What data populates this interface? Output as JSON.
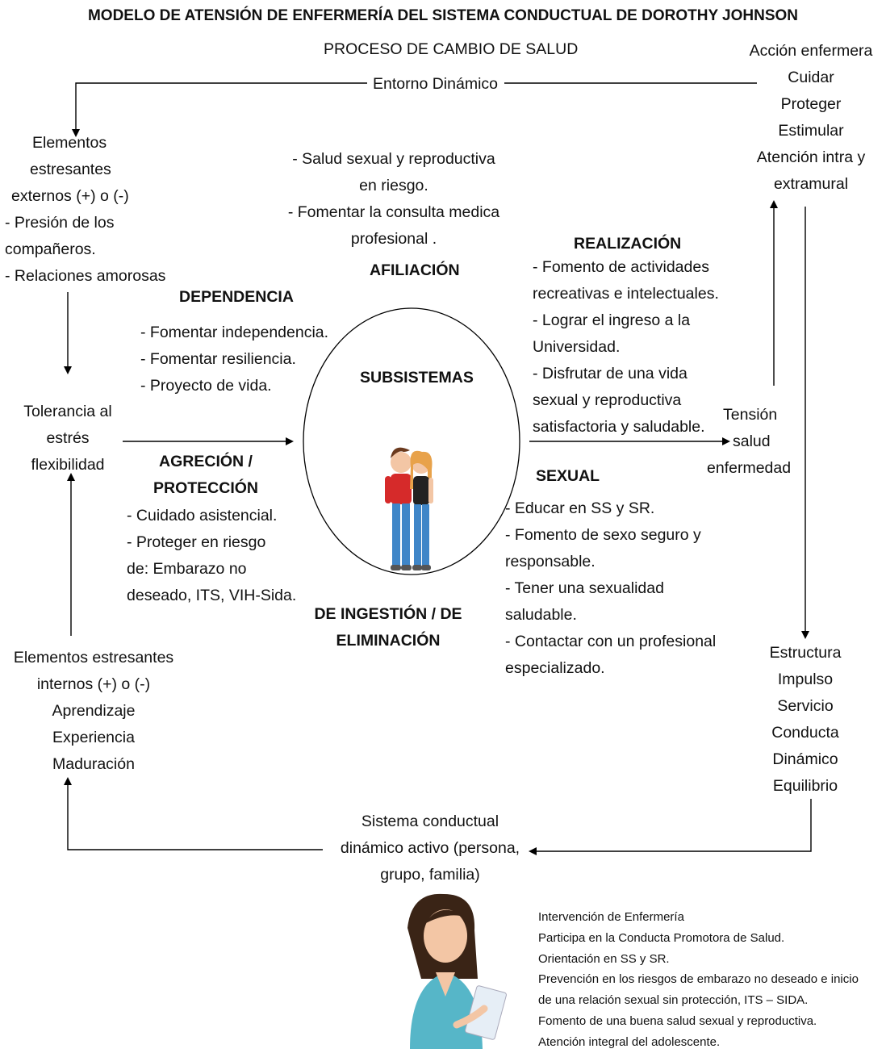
{
  "title": "MODELO DE ATENSIÓN DE ENFERMERÍA DEL SISTEMA CONDUCTUAL DE DOROTHY JOHNSON",
  "proceso": "PROCESO DE CAMBIO DE SALUD",
  "entorno": "Entorno Dinámico",
  "accion": [
    "Acción enfermera",
    "Cuidar",
    "Proteger",
    "Estimular",
    "Atención intra y",
    "extramural"
  ],
  "externos": [
    "Elementos",
    "estresantes",
    "externos (+) o (-)",
    "- Presión de los",
    "compañeros.",
    "- Relaciones amorosas"
  ],
  "afiliacion_items": [
    "- Salud sexual y reproductiva",
    "en riesgo.",
    "- Fomentar la consulta medica",
    "profesional ."
  ],
  "afiliacion_title": "AFILIACIÓN",
  "realizacion_title": "REALIZACIÓN",
  "realizacion_items": [
    "- Fomento de actividades",
    "recreativas e intelectuales.",
    "- Lograr el ingreso a la",
    "Universidad.",
    "- Disfrutar de una vida",
    "sexual y reproductiva",
    "satisfactoria y saludable."
  ],
  "dependencia_title": "DEPENDENCIA",
  "dependencia_items": [
    "- Fomentar independencia.",
    "- Fomentar resiliencia.",
    "- Proyecto de vida."
  ],
  "subsistemas": "SUBSISTEMAS",
  "tolerancia": [
    "Tolerancia al",
    "estrés",
    "flexibilidad"
  ],
  "tension": [
    "Tensión",
    "salud",
    "enfermedad"
  ],
  "agrecion_title": [
    "AGRECIÓN /",
    "PROTECCIÓN"
  ],
  "agrecion_items": [
    "- Cuidado asistencial.",
    "- Proteger en riesgo",
    "de: Embarazo no",
    "deseado, ITS, VIH-Sida."
  ],
  "sexual_title": "SEXUAL",
  "sexual_items": [
    "- Educar en SS y SR.",
    "- Fomento de sexo seguro y",
    "responsable.",
    "- Tener una sexualidad",
    "saludable.",
    "- Contactar con un profesional",
    "especializado."
  ],
  "ingestion_title": [
    "DE INGESTIÓN / DE",
    "ELIMINACIÓN"
  ],
  "internos": [
    "Elementos estresantes",
    "internos (+) o (-)",
    "Aprendizaje",
    "Experiencia",
    "Maduración"
  ],
  "estructura": [
    "Estructura",
    "Impulso",
    "Servicio",
    "Conducta",
    "Dinámico",
    "Equilibrio"
  ],
  "sistema": [
    "Sistema conductual",
    "dinámico activo (persona,",
    "grupo, familia)"
  ],
  "intervencion": [
    "Intervención de Enfermería",
    "Participa en la Conducta Promotora de Salud.",
    "Orientación en SS y SR.",
    "Prevención en los riesgos de embarazo no deseado e inicio",
    "de una relación sexual sin protección, ITS – SIDA.",
    "Fomento de una buena salud sexual y reproductiva.",
    "Atención integral del adolescente."
  ],
  "colors": {
    "line": "#000000",
    "boy_shirt": "#d62a2a",
    "girl_top": "#222222",
    "jeans": "#3f86c8",
    "scrubs": "#56b6c8",
    "hair_girl": "#e8a24a",
    "hair_boy": "#6b3a1e",
    "skin": "#f3c6a5"
  }
}
